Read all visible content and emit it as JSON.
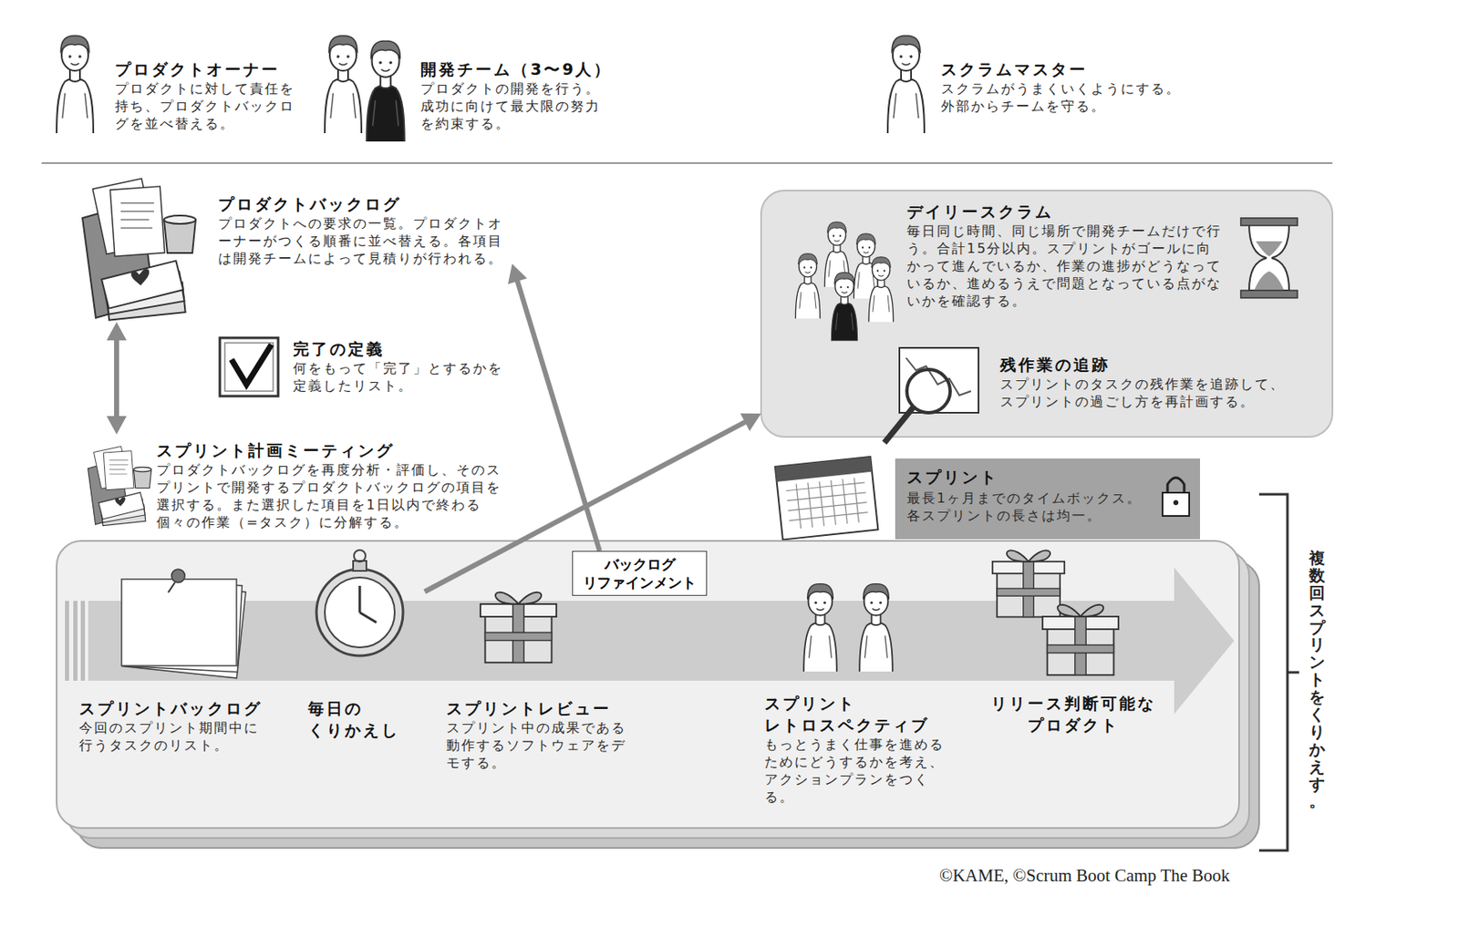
{
  "diagram": {
    "nodes": [
      {
        "text": [
          "プロダクトオーナー",
          "プロダクトに対して責任を持ち、プロダクトバックログを並べ替える。"
        ]
      },
      {
        "text": [
          "開発チーム（3〜9人）",
          "プロダクトの開発を行う。成功に向けて最大限の努力を約束する。"
        ]
      },
      {
        "text": [
          "スクラムマスター",
          "スクラムがうまくいくようにする。外部からチームを守る。"
        ]
      },
      {
        "text": [
          "プロダクトバックログ",
          "プロダクトへの要求の一覧。プロダクトオーナーがつくる順番に並べ替える。各項目は開発チームによって見積りが行われる。"
        ]
      },
      {
        "text": [
          "完了の定義",
          "何をもって「完了」とするかを定義したリスト。"
        ]
      },
      {
        "text": [
          "デイリースクラム",
          "毎日同じ時間、同じ場所で開発チームだけで行う。合計15分以内。スプリントがゴールに向かって進んでいるか、作業の進捗がどうなっているか、進めるうえで問題となっている点がないかを確認する。"
        ]
      },
      {
        "text": [
          "残作業の追跡",
          "スプリントのタスクの残作業を追跡して、スプリントの過ごし方を再計画する。"
        ],
        "in": 5
      },
      {
        "text": [
          "スプリント計画ミーティング",
          "プロダクトバックログを再度分析・評価し、そのスプリントで開発するプロダクトバックログの項目を選択する。また選択した項目を1日以内で終わる個々の作業（=タスク）に分解する。"
        ]
      },
      {
        "text": [
          "スプリント",
          "最長1ヶ月までのタイムボックス。各スプリントの長さは均一。"
        ]
      },
      {
        "text": [
          "スプリントバックログ",
          "今回のスプリント期間中に行うタスクのリスト。"
        ],
        "in": 8
      },
      {
        "text": [
          "毎日の くりかえし"
        ],
        "in": 8
      },
      {
        "text": [
          "バックログ リファインメント"
        ],
        "in": 8
      },
      {
        "text": [
          "スプリントレビュー",
          "スプリント中の成果である動作するソフトウェアをデモする。"
        ],
        "in": 8
      },
      {
        "text": [
          "スプリント レトロスペクティブ",
          "もっとうまく仕事を進めるためにどうするかを考え、アクションプランをつくる。"
        ],
        "in": 8
      },
      {
        "text": [
          "リリース判断可能な プロダクト"
        ],
        "in": 8
      }
    ],
    "edges": [
      {
        "from": 3,
        "to": 7,
        "arrow": "both"
      },
      {
        "from": 10,
        "to": 5,
        "arrow": "to"
      },
      {
        "from": 11,
        "to": 3,
        "arrow": "to"
      }
    ],
    "labels": [
      "複数回スプリントをくりかえす。",
      "©KAME, ©Scrum Boot Camp The Book"
    ]
  }
}
